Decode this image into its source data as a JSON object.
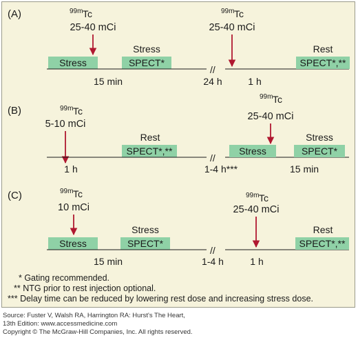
{
  "isotope": {
    "sup": "99m",
    "symbol": "Tc"
  },
  "panels": [
    {
      "label": "(A)",
      "dose_left": "25-40 mCi",
      "dose_right": "25-40 mCi",
      "box_left_1": "Stress",
      "box_left_2": "SPECT*",
      "box_left_2_header": "Stress",
      "box_right_1": "SPECT*,**",
      "box_right_1_header": "Rest",
      "time_left": "15 min",
      "gap": "24 h",
      "time_right": "1 h",
      "break_mark": "//"
    },
    {
      "label": "(B)",
      "dose_left": "5-10 mCi",
      "dose_right": "25-40 mCi",
      "box_left_1": "SPECT*,**",
      "box_left_1_header": "Rest",
      "box_right_1": "Stress",
      "box_right_2": "SPECT*",
      "box_right_2_header": "Stress",
      "time_left": "1 h",
      "gap": "1-4 h***",
      "time_right": "15 min",
      "break_mark": "//"
    },
    {
      "label": "(C)",
      "dose_left": "10 mCi",
      "dose_right": "25-40 mCi",
      "box_left_1": "Stress",
      "box_left_2": "SPECT*",
      "box_left_2_header": "Stress",
      "box_right_1": "SPECT*,**",
      "box_right_1_header": "Rest",
      "time_left": "15 min",
      "gap": "1-4 h",
      "time_right": "1 h",
      "break_mark": "//"
    }
  ],
  "footnotes": [
    "* Gating recommended.",
    "** NTG prior to rest injection optional.",
    "*** Delay time can be reduced by lowering rest dose and increasing stress dose."
  ],
  "source": {
    "line1": "Source: Fuster V, Walsh RA, Harrington RA: Hurst's The Heart,",
    "line2": "13th Edition: www.accessmedicine.com",
    "line3": "Copyright © The McGraw-Hill Companies, Inc. All rights reserved."
  },
  "colors": {
    "panel_bg": "#f6f3dc",
    "box_fill": "#8fd1a6",
    "arrow": "#b01830",
    "line": "#1a1a1a"
  }
}
